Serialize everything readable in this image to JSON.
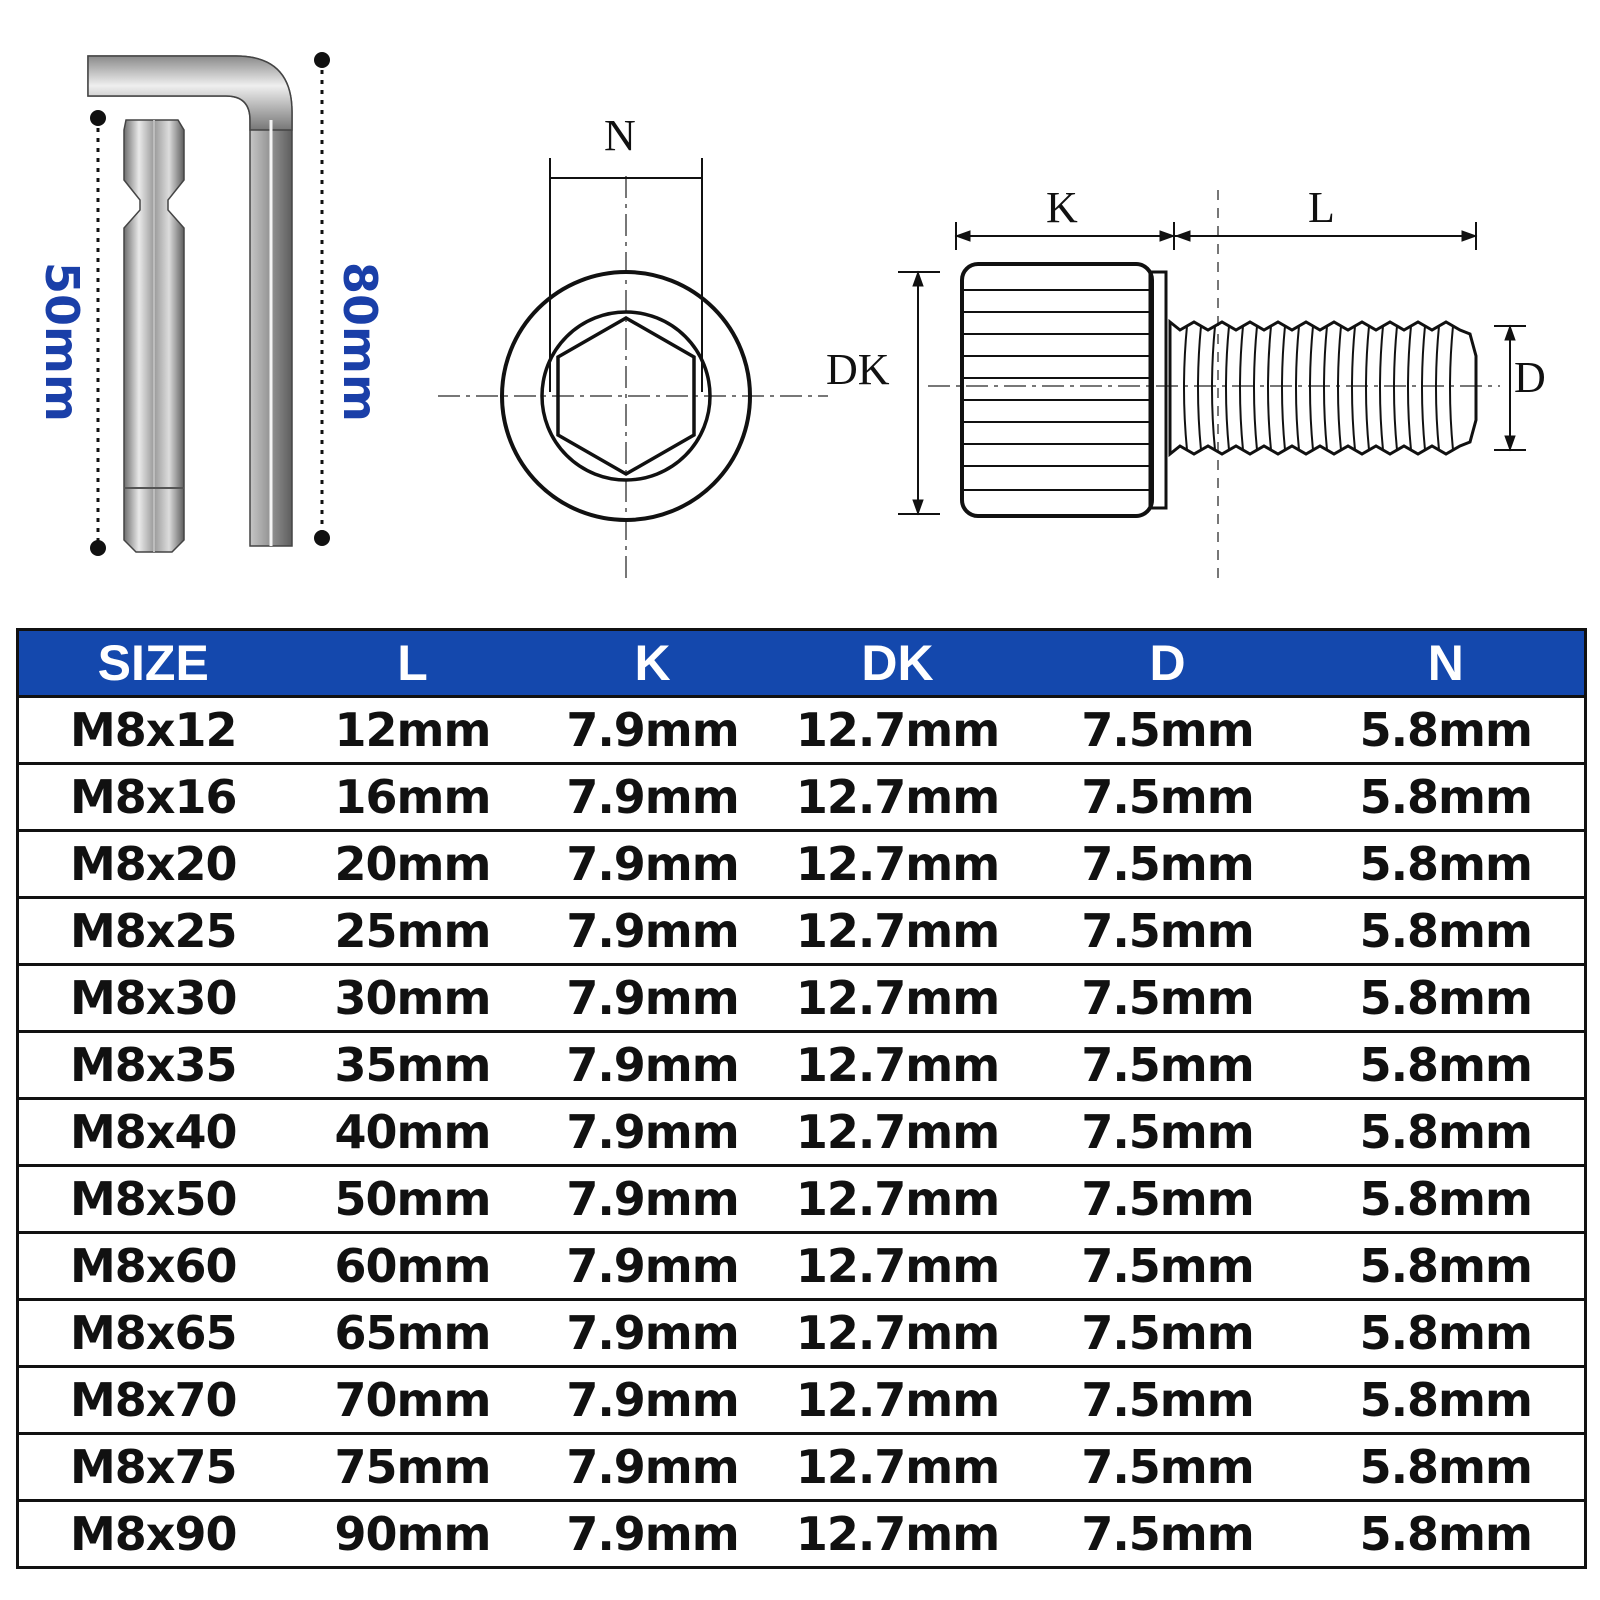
{
  "diagram": {
    "labels": {
      "n": "N",
      "k": "K",
      "l": "L",
      "dk": "DK",
      "d": "D"
    },
    "bit_length": "50mm",
    "wrench_length": "80mm"
  },
  "table": {
    "headers": [
      "SIZE",
      "L",
      "K",
      "DK",
      "D",
      "N"
    ],
    "rows": [
      [
        "M8x12",
        "12mm",
        "7.9mm",
        "12.7mm",
        "7.5mm",
        "5.8mm"
      ],
      [
        "M8x16",
        "16mm",
        "7.9mm",
        "12.7mm",
        "7.5mm",
        "5.8mm"
      ],
      [
        "M8x20",
        "20mm",
        "7.9mm",
        "12.7mm",
        "7.5mm",
        "5.8mm"
      ],
      [
        "M8x25",
        "25mm",
        "7.9mm",
        "12.7mm",
        "7.5mm",
        "5.8mm"
      ],
      [
        "M8x30",
        "30mm",
        "7.9mm",
        "12.7mm",
        "7.5mm",
        "5.8mm"
      ],
      [
        "M8x35",
        "35mm",
        "7.9mm",
        "12.7mm",
        "7.5mm",
        "5.8mm"
      ],
      [
        "M8x40",
        "40mm",
        "7.9mm",
        "12.7mm",
        "7.5mm",
        "5.8mm"
      ],
      [
        "M8x50",
        "50mm",
        "7.9mm",
        "12.7mm",
        "7.5mm",
        "5.8mm"
      ],
      [
        "M8x60",
        "60mm",
        "7.9mm",
        "12.7mm",
        "7.5mm",
        "5.8mm"
      ],
      [
        "M8x65",
        "65mm",
        "7.9mm",
        "12.7mm",
        "7.5mm",
        "5.8mm"
      ],
      [
        "M8x70",
        "70mm",
        "7.9mm",
        "12.7mm",
        "7.5mm",
        "5.8mm"
      ],
      [
        "M8x75",
        "75mm",
        "7.9mm",
        "12.7mm",
        "7.5mm",
        "5.8mm"
      ],
      [
        "M8x90",
        "90mm",
        "7.9mm",
        "12.7mm",
        "7.5mm",
        "5.8mm"
      ]
    ]
  },
  "colors": {
    "header_bg": "#1448ad",
    "length_label": "#1a3fa8"
  }
}
